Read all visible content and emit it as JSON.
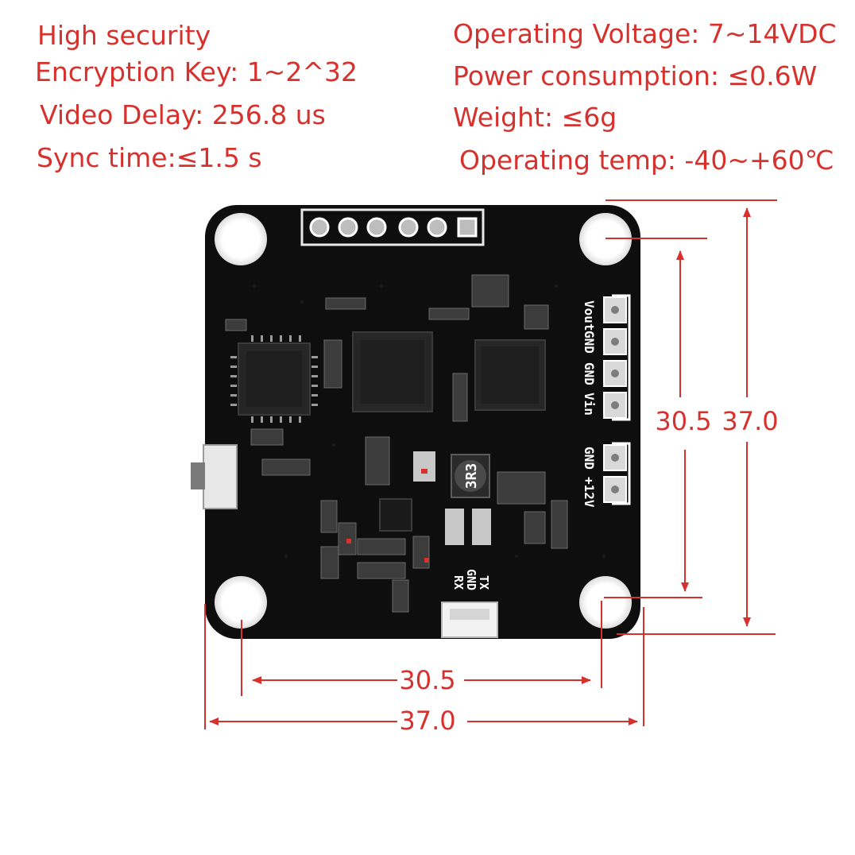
{
  "specs_left": [
    "High security",
    "Encryption Key: 1~2^32",
    "Video Delay: 256.8 us",
    "Sync time:≤1.5 s"
  ],
  "specs_right": [
    "Operating Voltage: 7~14VDC",
    "Power consumption: ≤0.6W",
    "Weight: ≤6g",
    "Operating temp: -40~+60℃"
  ],
  "dimensions": {
    "hole_spacing_horizontal": "30.5",
    "board_width": "37.0",
    "hole_spacing_vertical": "30.5",
    "board_height": "37.0"
  },
  "silkscreen": {
    "pin_vout": "Vout",
    "pin_gnd_1": "GND",
    "pin_gnd_2": "GND",
    "pin_vin": "Vin",
    "pin_gnd_3": "GND",
    "pin_12v": "+12V",
    "uart_tx": "TX",
    "uart_gnd": "GND",
    "uart_rx": "RX",
    "inductor_marking": "3R3"
  },
  "colors": {
    "accent_red": "#d7312e",
    "pcb_black": "#0e0e0e"
  }
}
